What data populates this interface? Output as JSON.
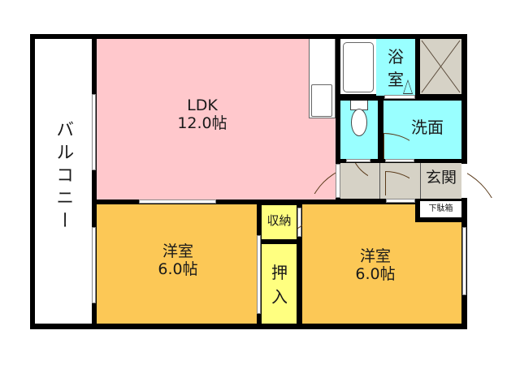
{
  "floorplan": {
    "colors": {
      "wall": "#000000",
      "ldk": "#ffc8cc",
      "western_room": "#fcc856",
      "storage": "#ffff80",
      "wet_area": "#99ffff",
      "entrance": "#d6d2c6",
      "balcony": "#ffffff",
      "door_line": "#5a3a1a"
    },
    "rooms": {
      "balcony": {
        "label": "バルコニー"
      },
      "ldk": {
        "label": "LDK",
        "size": "12.0帖"
      },
      "bath": {
        "label": "浴室"
      },
      "washroom": {
        "label": "洗面"
      },
      "entrance": {
        "label": "玄関"
      },
      "shoe_box": {
        "label": "下駄箱"
      },
      "storage": {
        "label": "収納"
      },
      "closet": {
        "label": "押入"
      },
      "western_room_1": {
        "label": "洋室",
        "size": "6.0帖"
      },
      "western_room_2": {
        "label": "洋室",
        "size": "6.0帖"
      }
    }
  }
}
